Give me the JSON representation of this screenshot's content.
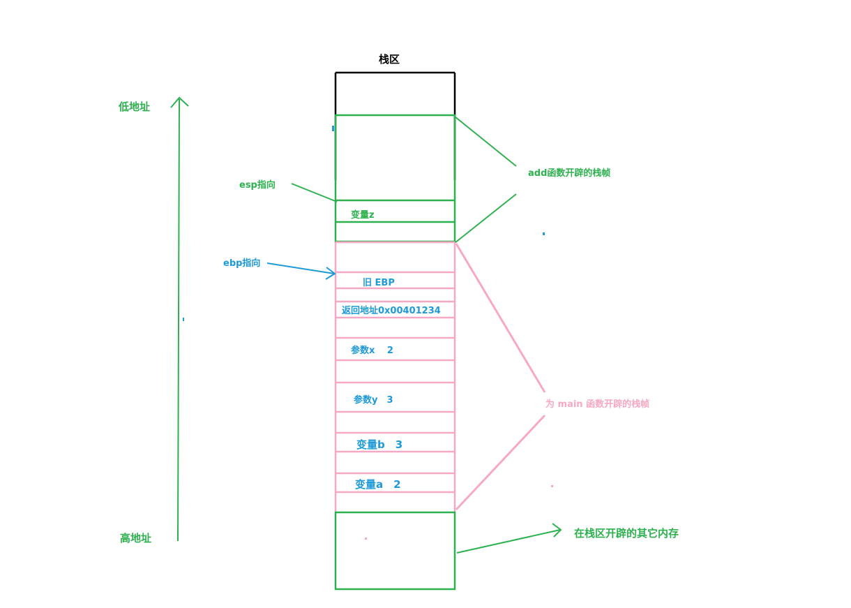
{
  "title": "栈区",
  "low_address_label": "低地址",
  "high_address_label": "高地址",
  "esp_label": "esp指向",
  "ebp_label": "ebp指向",
  "add_frame_label": "add函数开辟的栈帧",
  "main_frame_label": "为 main 函数开辟的栈帧",
  "other_memory_label": "在栈区开辟的其它内存",
  "cells": {
    "var_z": "变量z",
    "old_ebp": "旧 EBP",
    "return_address": "返回地址0x00401234",
    "param_x": "参数x　 2",
    "param_y": "参数y　3",
    "var_b": "变量b　3",
    "var_a": "变量a　2"
  },
  "colors": {
    "green": "#2db14e",
    "blue": "#1e9ad6",
    "pink": "#f7a8c4",
    "black": "#000000"
  }
}
